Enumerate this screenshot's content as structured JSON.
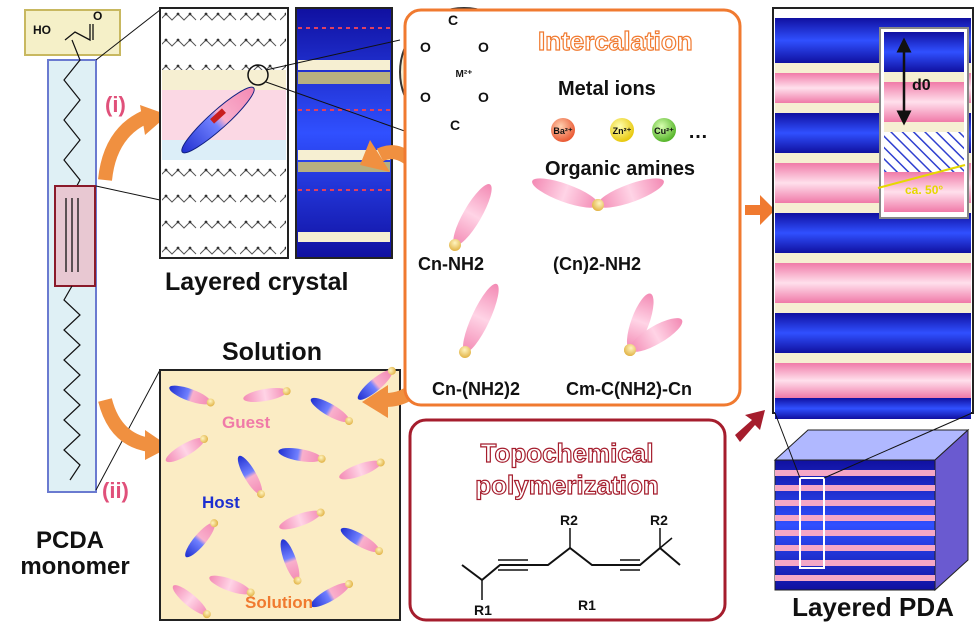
{
  "monomer": {
    "group_label": "HO",
    "oxygen_label": "O",
    "step_i": "(i)",
    "step_ii": "(ii)",
    "name_line1": "PCDA",
    "name_line2": "monomer"
  },
  "layered_crystal": {
    "label": "Layered crystal",
    "metal_center": "M²⁺",
    "carbon": "C",
    "oxygen": "O"
  },
  "solution_panel": {
    "title": "Solution",
    "guest": "Guest",
    "host": "Host",
    "solution": "Solution"
  },
  "intercalation": {
    "title": "Intercalation",
    "metal_ions_title": "Metal ions",
    "ions": [
      "Ba²⁺",
      "Zn²⁺",
      "Cu²⁺"
    ],
    "ellipsis": "…",
    "organic_amines_title": "Organic amines",
    "amines": [
      "Cn-NH2",
      "(Cn)2-NH2",
      "Cn-(NH2)2",
      "Cm-C(NH2)-Cn"
    ]
  },
  "polymerization": {
    "title_line1": "Topochemical",
    "title_line2": "polymerization",
    "r1": "R1",
    "r2": "R2"
  },
  "layered_pda": {
    "label": "Layered PDA",
    "spacing": "d0",
    "angle": "ca. 50°"
  },
  "colors": {
    "orange": "#f07a30",
    "dark_red": "#a51d2d",
    "blue": "#1d2fd0",
    "pink": "#f4a7c6",
    "cream": "#fbecc4",
    "light_blue_bg": "#dff0f5"
  }
}
